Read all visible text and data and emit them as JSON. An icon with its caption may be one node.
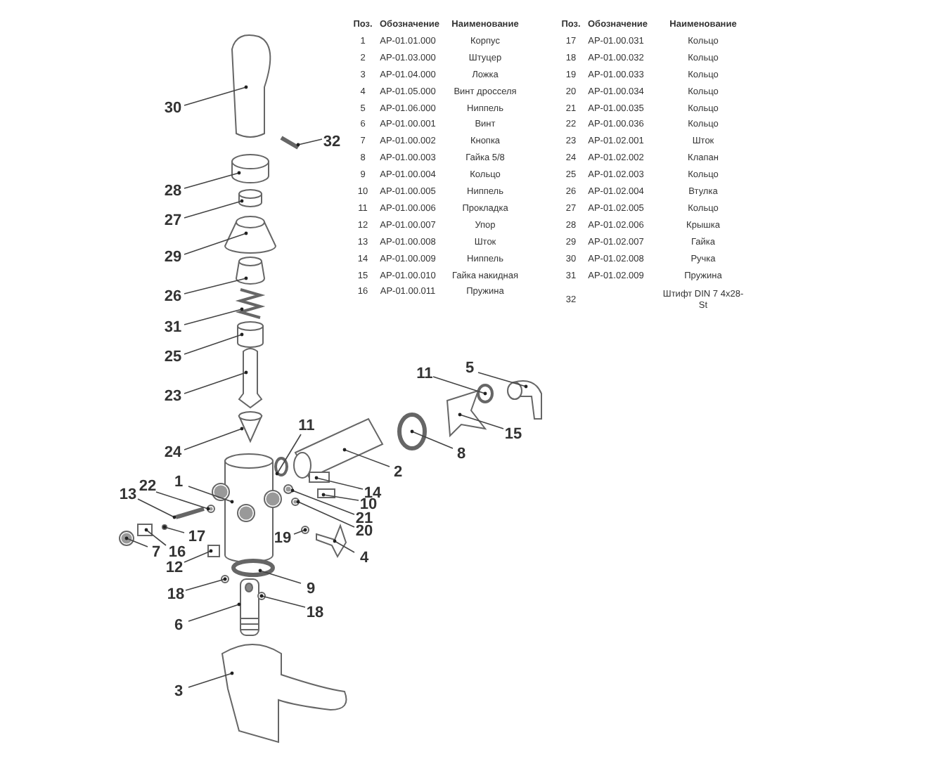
{
  "diagram": {
    "nodes": [
      {
        "text": [
          "30"
        ]
      },
      {
        "text": [
          "32"
        ]
      },
      {
        "text": [
          "28"
        ]
      },
      {
        "text": [
          "27"
        ]
      },
      {
        "text": [
          "29"
        ]
      },
      {
        "text": [
          "26"
        ]
      },
      {
        "text": [
          "31"
        ]
      },
      {
        "text": [
          "25"
        ]
      },
      {
        "text": [
          "23"
        ]
      },
      {
        "text": [
          "5"
        ]
      },
      {
        "text": [
          "11"
        ]
      },
      {
        "text": [
          "15"
        ]
      },
      {
        "text": [
          "8"
        ]
      },
      {
        "text": [
          "24"
        ]
      },
      {
        "text": [
          "11"
        ]
      },
      {
        "text": [
          "2"
        ]
      },
      {
        "text": [
          "1"
        ]
      },
      {
        "text": [
          "22"
        ]
      },
      {
        "text": [
          "14"
        ]
      },
      {
        "text": [
          "13"
        ]
      },
      {
        "text": [
          "10"
        ]
      },
      {
        "text": [
          "21"
        ]
      },
      {
        "text": [
          "20"
        ]
      },
      {
        "text": [
          "17"
        ]
      },
      {
        "text": [
          "16"
        ]
      },
      {
        "text": [
          "7"
        ]
      },
      {
        "text": [
          "19"
        ]
      },
      {
        "text": [
          "12"
        ]
      },
      {
        "text": [
          "4"
        ]
      },
      {
        "text": [
          "18"
        ]
      },
      {
        "text": [
          "9"
        ]
      },
      {
        "text": [
          "6"
        ]
      },
      {
        "text": [
          "18"
        ]
      },
      {
        "text": [
          "3"
        ]
      },
      {
        "text": [],
        "shape": "picture"
      },
      {
        "text": [],
        "shape": "picture"
      },
      {
        "text": [],
        "shape": "picture"
      },
      {
        "text": [],
        "shape": "picture"
      },
      {
        "text": [],
        "shape": "picture"
      },
      {
        "text": [],
        "shape": "picture"
      },
      {
        "text": [],
        "shape": "picture"
      },
      {
        "text": [],
        "shape": "picture"
      },
      {
        "text": [],
        "shape": "picture"
      },
      {
        "text": [],
        "shape": "picture"
      },
      {
        "text": [],
        "shape": "picture"
      },
      {
        "text": [],
        "shape": "picture"
      },
      {
        "text": [],
        "shape": "picture"
      },
      {
        "text": [],
        "shape": "picture"
      },
      {
        "text": [],
        "shape": "picture"
      },
      {
        "text": [],
        "shape": "picture"
      },
      {
        "text": [],
        "shape": "picture"
      },
      {
        "text": [],
        "shape": "picture"
      },
      {
        "text": [],
        "shape": "picture"
      },
      {
        "text": [],
        "shape": "picture"
      },
      {
        "text": [],
        "shape": "picture"
      },
      {
        "text": [],
        "shape": "picture"
      },
      {
        "text": [],
        "shape": "picture"
      },
      {
        "text": [],
        "shape": "picture"
      },
      {
        "text": [],
        "shape": "picture"
      },
      {
        "text": [],
        "shape": "picture"
      },
      {
        "text": [],
        "shape": "picture"
      },
      {
        "text": [],
        "shape": "picture"
      },
      {
        "text": [],
        "shape": "picture"
      },
      {
        "text": [],
        "shape": "picture"
      },
      {
        "text": [],
        "shape": "picture"
      },
      {
        "text": [],
        "shape": "picture"
      },
      {
        "text": [],
        "shape": "picture"
      },
      {
        "text": [],
        "shape": "picture"
      }
    ],
    "edges": [
      {
        "from": 0,
        "to": 34,
        "arrow": "other"
      },
      {
        "from": 1,
        "to": 35,
        "arrow": "other"
      },
      {
        "from": 2,
        "to": 36,
        "arrow": "other"
      },
      {
        "from": 3,
        "to": 37,
        "arrow": "other"
      },
      {
        "from": 4,
        "to": 38,
        "arrow": "other"
      },
      {
        "from": 5,
        "to": 39,
        "arrow": "other"
      },
      {
        "from": 6,
        "to": 40,
        "arrow": "other"
      },
      {
        "from": 7,
        "to": 41,
        "arrow": "other"
      },
      {
        "from": 8,
        "to": 42,
        "arrow": "other"
      },
      {
        "from": 9,
        "to": 43,
        "arrow": "other"
      },
      {
        "from": 10,
        "to": 44,
        "arrow": "other"
      },
      {
        "from": 11,
        "to": 45,
        "arrow": "other"
      },
      {
        "from": 12,
        "to": 46,
        "arrow": "other"
      },
      {
        "from": 13,
        "to": 47,
        "arrow": "other"
      },
      {
        "from": 14,
        "to": 48,
        "arrow": "other"
      },
      {
        "from": 15,
        "to": 49,
        "arrow": "other"
      },
      {
        "from": 16,
        "to": 50,
        "arrow": "other"
      },
      {
        "from": 17,
        "to": 51,
        "arrow": "other"
      },
      {
        "from": 18,
        "to": 52,
        "arrow": "other"
      },
      {
        "from": 19,
        "to": 53,
        "arrow": "other"
      },
      {
        "from": 20,
        "to": 54,
        "arrow": "other"
      },
      {
        "from": 21,
        "to": 55,
        "arrow": "other"
      },
      {
        "from": 22,
        "to": 56,
        "arrow": "other"
      },
      {
        "from": 23,
        "to": 57,
        "arrow": "other"
      },
      {
        "from": 24,
        "to": 58,
        "arrow": "other"
      },
      {
        "from": 25,
        "to": 59,
        "arrow": "other"
      },
      {
        "from": 26,
        "to": 60,
        "arrow": "other"
      },
      {
        "from": 27,
        "to": 61,
        "arrow": "other"
      },
      {
        "from": 28,
        "to": 62,
        "arrow": "other"
      },
      {
        "from": 29,
        "to": 63,
        "arrow": "other"
      },
      {
        "from": 30,
        "to": 64,
        "arrow": "other"
      },
      {
        "from": 31,
        "to": 65,
        "arrow": "other"
      },
      {
        "from": 32,
        "to": 66,
        "arrow": "other"
      },
      {
        "from": 33,
        "to": 67,
        "arrow": "other"
      }
    ],
    "labels": [
      "Поз.",
      "Обозначение",
      "Наименование",
      "1",
      "AP-01.01.000",
      "Корпус",
      "2",
      "AP-01.03.000",
      "Штуцер",
      "3",
      "AP-01.04.000",
      "Ложка",
      "4",
      "AP-01.05.000",
      "Винт дросселя",
      "5",
      "AP-01.06.000",
      "Ниппель",
      "6",
      "AP-01.00.001",
      "Винт",
      "7",
      "AP-01.00.002",
      "Кнопка",
      "8",
      "AP-01.00.003",
      "Гайка 5/8",
      "9",
      "AP-01.00.004",
      "Кольцо",
      "10",
      "AP-01.00.005",
      "Ниппель",
      "11",
      "AP-01.00.006",
      "Прокладка",
      "12",
      "AP-01.00.007",
      "Упор",
      "13",
      "AP-01.00.008",
      "Шток",
      "14",
      "AP-01.00.009",
      "Ниппель",
      "15",
      "AP-01.00.010",
      "Гайка накидная",
      "16",
      "AP-01.00.011",
      "Пружина",
      "Поз.",
      "Обозначение",
      "Наименование",
      "17",
      "AP-01.00.031",
      "Кольцо",
      "18",
      "AP-01.00.032",
      "Кольцо",
      "19",
      "AP-01.00.033",
      "Кольцо",
      "20",
      "AP-01.00.034",
      "Кольцо",
      "21",
      "AP-01.00.035",
      "Кольцо",
      "22",
      "AP-01.00.036",
      "Кольцо",
      "23",
      "AP-01.02.001",
      "Шток",
      "24",
      "AP-01.02.002",
      "Клапан",
      "25",
      "AP-01.02.003",
      "Кольцо",
      "26",
      "AP-01.02.004",
      "Втулка",
      "27",
      "AP-01.02.005",
      "Кольцо",
      "28",
      "AP-01.02.006",
      "Крышка",
      "29",
      "AP-01.02.007",
      "Гайка",
      "30",
      "AP-01.02.008",
      "Ручка",
      "31",
      "AP-01.02.009",
      "Пружина",
      "32",
      "Штифт DIN 7 4x28-St"
    ]
  }
}
